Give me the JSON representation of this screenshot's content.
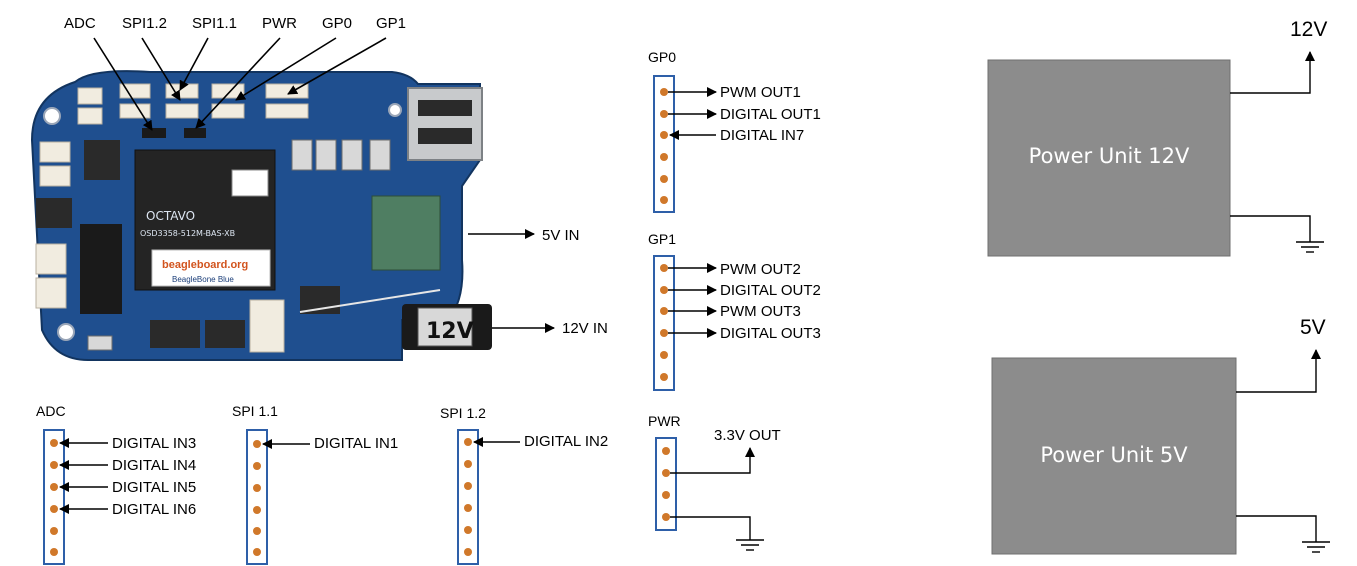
{
  "colors": {
    "board": "#1f4f8f",
    "board_dark": "#163c6e",
    "header_border": "#2e5fa8",
    "pin": "#d0782a",
    "power_unit": "#8c8c8c",
    "line": "#000000"
  },
  "board": {
    "top_labels": [
      "ADC",
      "SPI1.2",
      "SPI1.1",
      "PWR",
      "GP0",
      "GP1"
    ],
    "in_5v": "5V IN",
    "in_12v": "12V IN",
    "brand": "beagleboard.org",
    "model": "BeagleBone Blue",
    "chip": "OCTAVO",
    "chip_part": "OSD3358-512M-BAS-XB",
    "barrel_label": "12V"
  },
  "headers": {
    "gp0": {
      "title": "GP0",
      "labels": [
        "PWM OUT1",
        "DIGITAL OUT1",
        "DIGITAL IN7"
      ]
    },
    "gp1": {
      "title": "GP1",
      "labels": [
        "PWM OUT2",
        "DIGITAL OUT2",
        "PWM OUT3",
        "DIGITAL OUT3"
      ]
    },
    "pwr": {
      "title": "PWR",
      "labels": [
        "3.3V OUT"
      ]
    },
    "adc": {
      "title": "ADC",
      "labels": [
        "DIGITAL IN3",
        "DIGITAL IN4",
        "DIGITAL IN5",
        "DIGITAL IN6"
      ]
    },
    "spi11": {
      "title": "SPI 1.1",
      "labels": [
        "DIGITAL IN1"
      ]
    },
    "spi12": {
      "title": "SPI 1.2",
      "labels": [
        "DIGITAL IN2"
      ]
    }
  },
  "power_units": {
    "u12": {
      "name": "Power Unit 12V",
      "out": "12V"
    },
    "u5": {
      "name": "Power Unit 5V",
      "out": "5V"
    }
  }
}
